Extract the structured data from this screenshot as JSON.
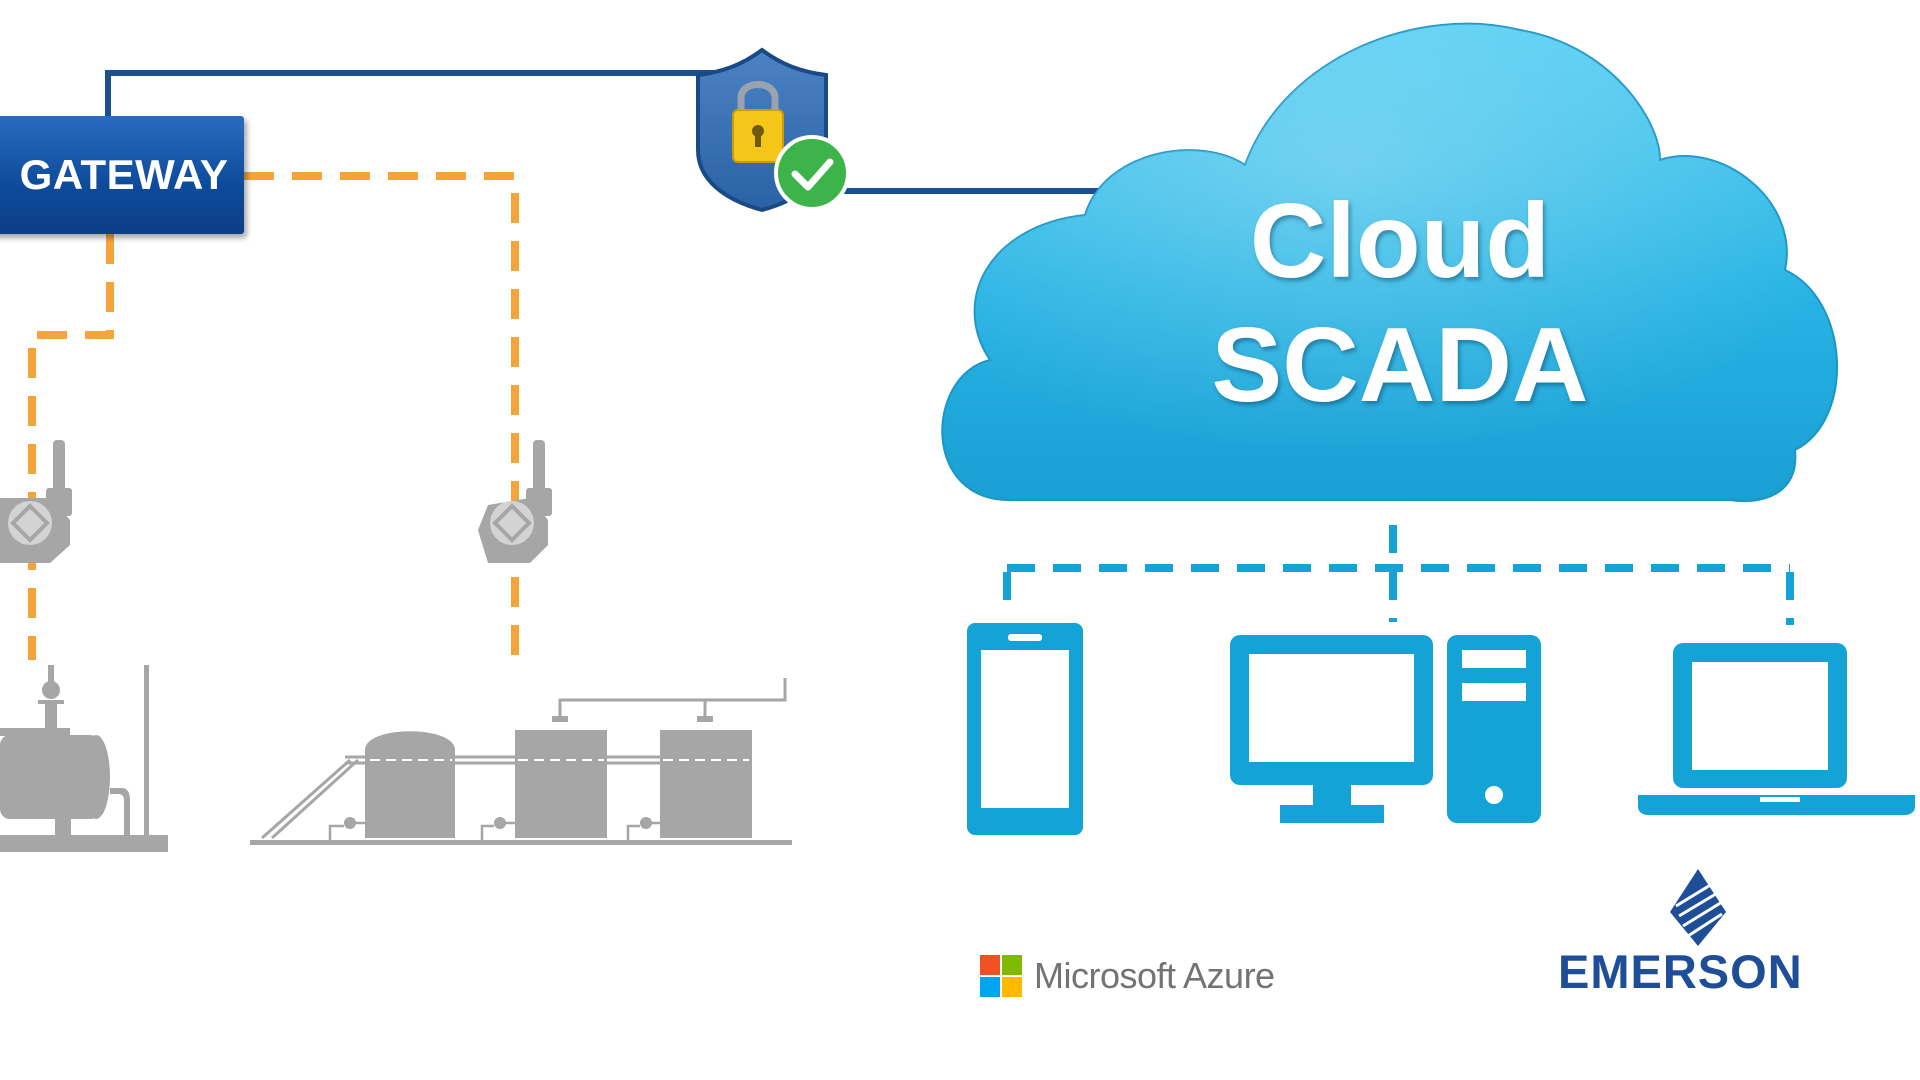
{
  "gateway": {
    "label": "GATEWAY"
  },
  "cloud": {
    "line1": "Cloud",
    "line2": "SCADA"
  },
  "logos": {
    "azure": "Microsoft Azure",
    "emerson": "EMERSON"
  },
  "colors": {
    "gateway_blue": "#0d4a9a",
    "link_blue": "#1b4f8f",
    "wireless_orange": "#f5a43a",
    "cloud_cyan": "#29b8e6",
    "device_blue": "#14a3d6",
    "equipment_gray": "#a6a6a6",
    "shield_blue": "#1f5aa0",
    "lock_yellow": "#f5c518",
    "check_green": "#3cb44a",
    "emerson_blue": "#1f4e99"
  },
  "icons": [
    "shield-lock-icon",
    "check-icon",
    "wireless-transmitter-icon",
    "pump-equipment-icon",
    "tank-battery-icon",
    "smartphone-icon",
    "desktop-monitor-icon",
    "desktop-tower-icon",
    "laptop-icon",
    "microsoft-logo-icon",
    "emerson-logo-icon"
  ]
}
